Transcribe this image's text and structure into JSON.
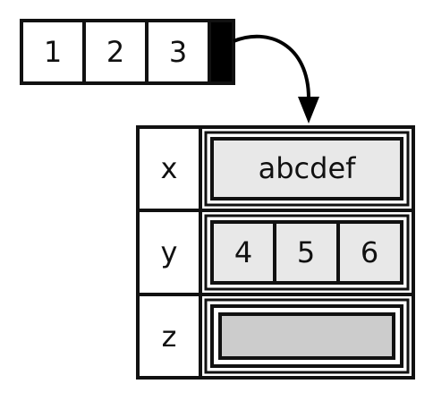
{
  "vector": {
    "cells": [
      "1",
      "2",
      "3"
    ]
  },
  "table": {
    "rows": [
      {
        "key": "x",
        "value": "abcdef"
      },
      {
        "key": "y",
        "values": [
          "4",
          "5",
          "6"
        ]
      },
      {
        "key": "z",
        "values": []
      }
    ]
  },
  "colors": {
    "stroke": "#111111",
    "cell_fill": "#e8e8e8",
    "empty_fill": "#cccccc",
    "pointer": "#000000"
  }
}
